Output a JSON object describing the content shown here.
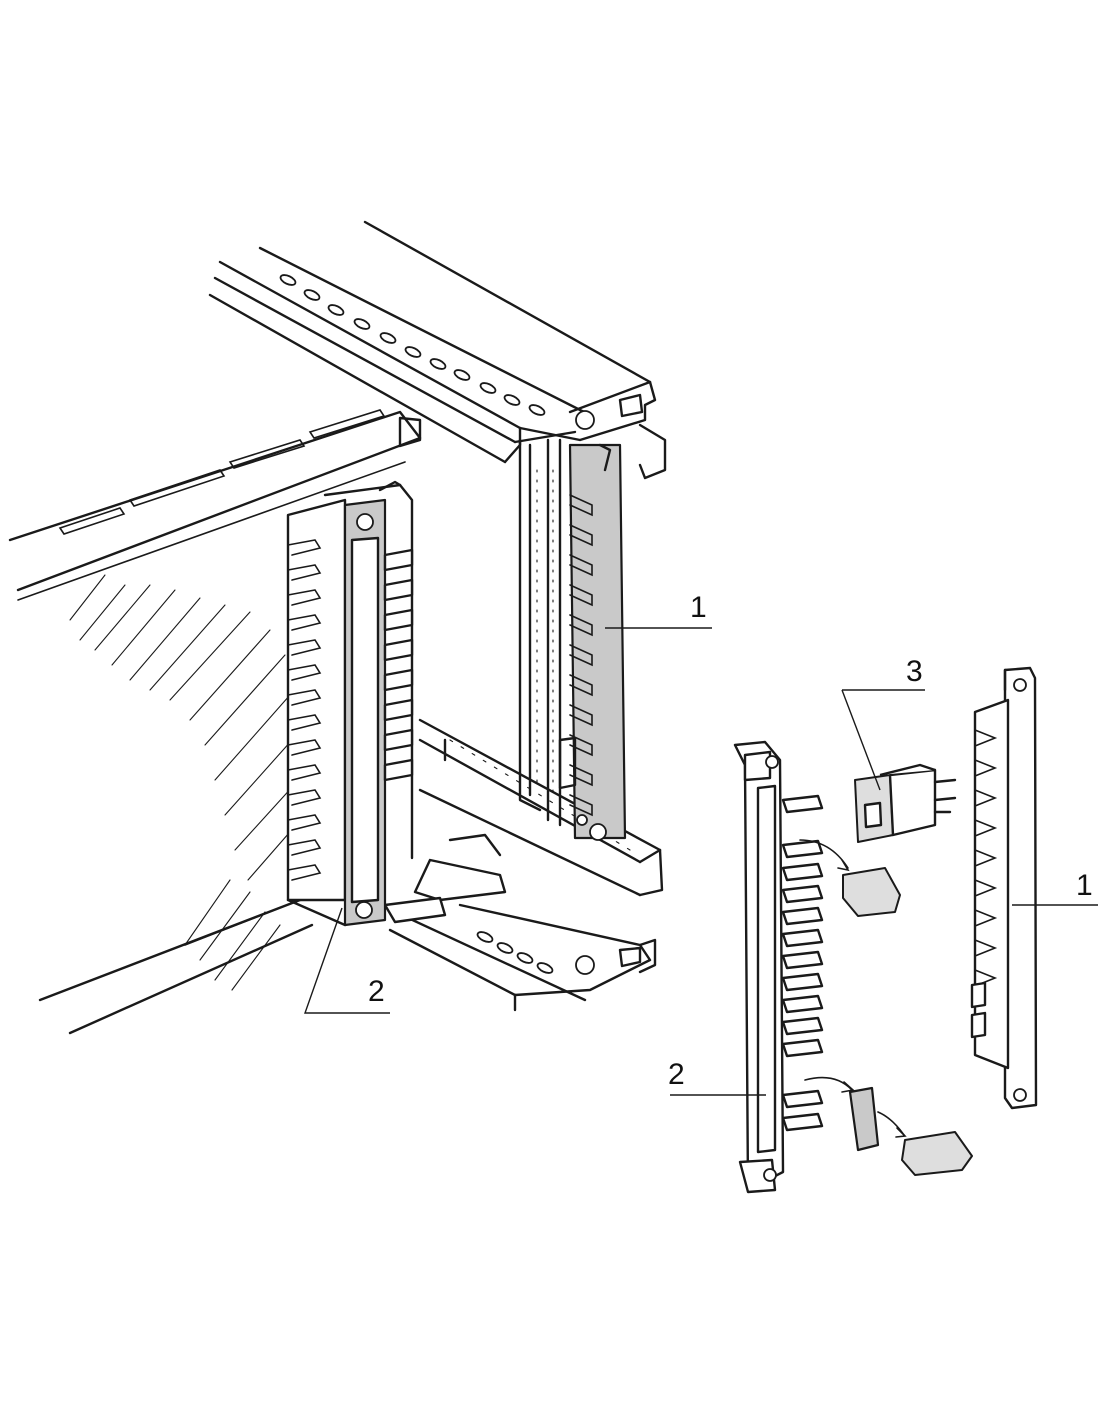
{
  "callouts": {
    "guide_rail_assembled": "1",
    "front_panel_assembled": "2",
    "adapter_exploded": "3",
    "guide_rail_exploded": "1",
    "front_panel_exploded": "2"
  }
}
